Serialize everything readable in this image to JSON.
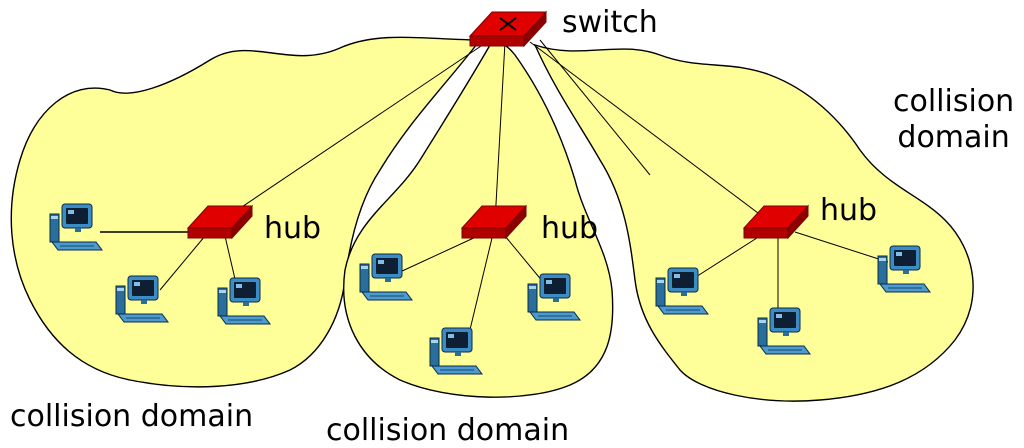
{
  "labels": {
    "switch": "switch",
    "hubs": [
      "hub",
      "hub",
      "hub"
    ],
    "collision_domain_left": "collision domain",
    "collision_domain_middle": "collision domain",
    "collision_domain_right_line1": "collision",
    "collision_domain_right_line2": "domain"
  },
  "colors": {
    "domain_fill": "#ffff99",
    "device_red": "#e00000",
    "outline": "#000000"
  },
  "icons": {
    "switch": "network-switch-icon",
    "hub": "network-hub-icon",
    "host": "desktop-computer-icon"
  },
  "counts": {
    "hubs": 3,
    "hosts": 9
  }
}
